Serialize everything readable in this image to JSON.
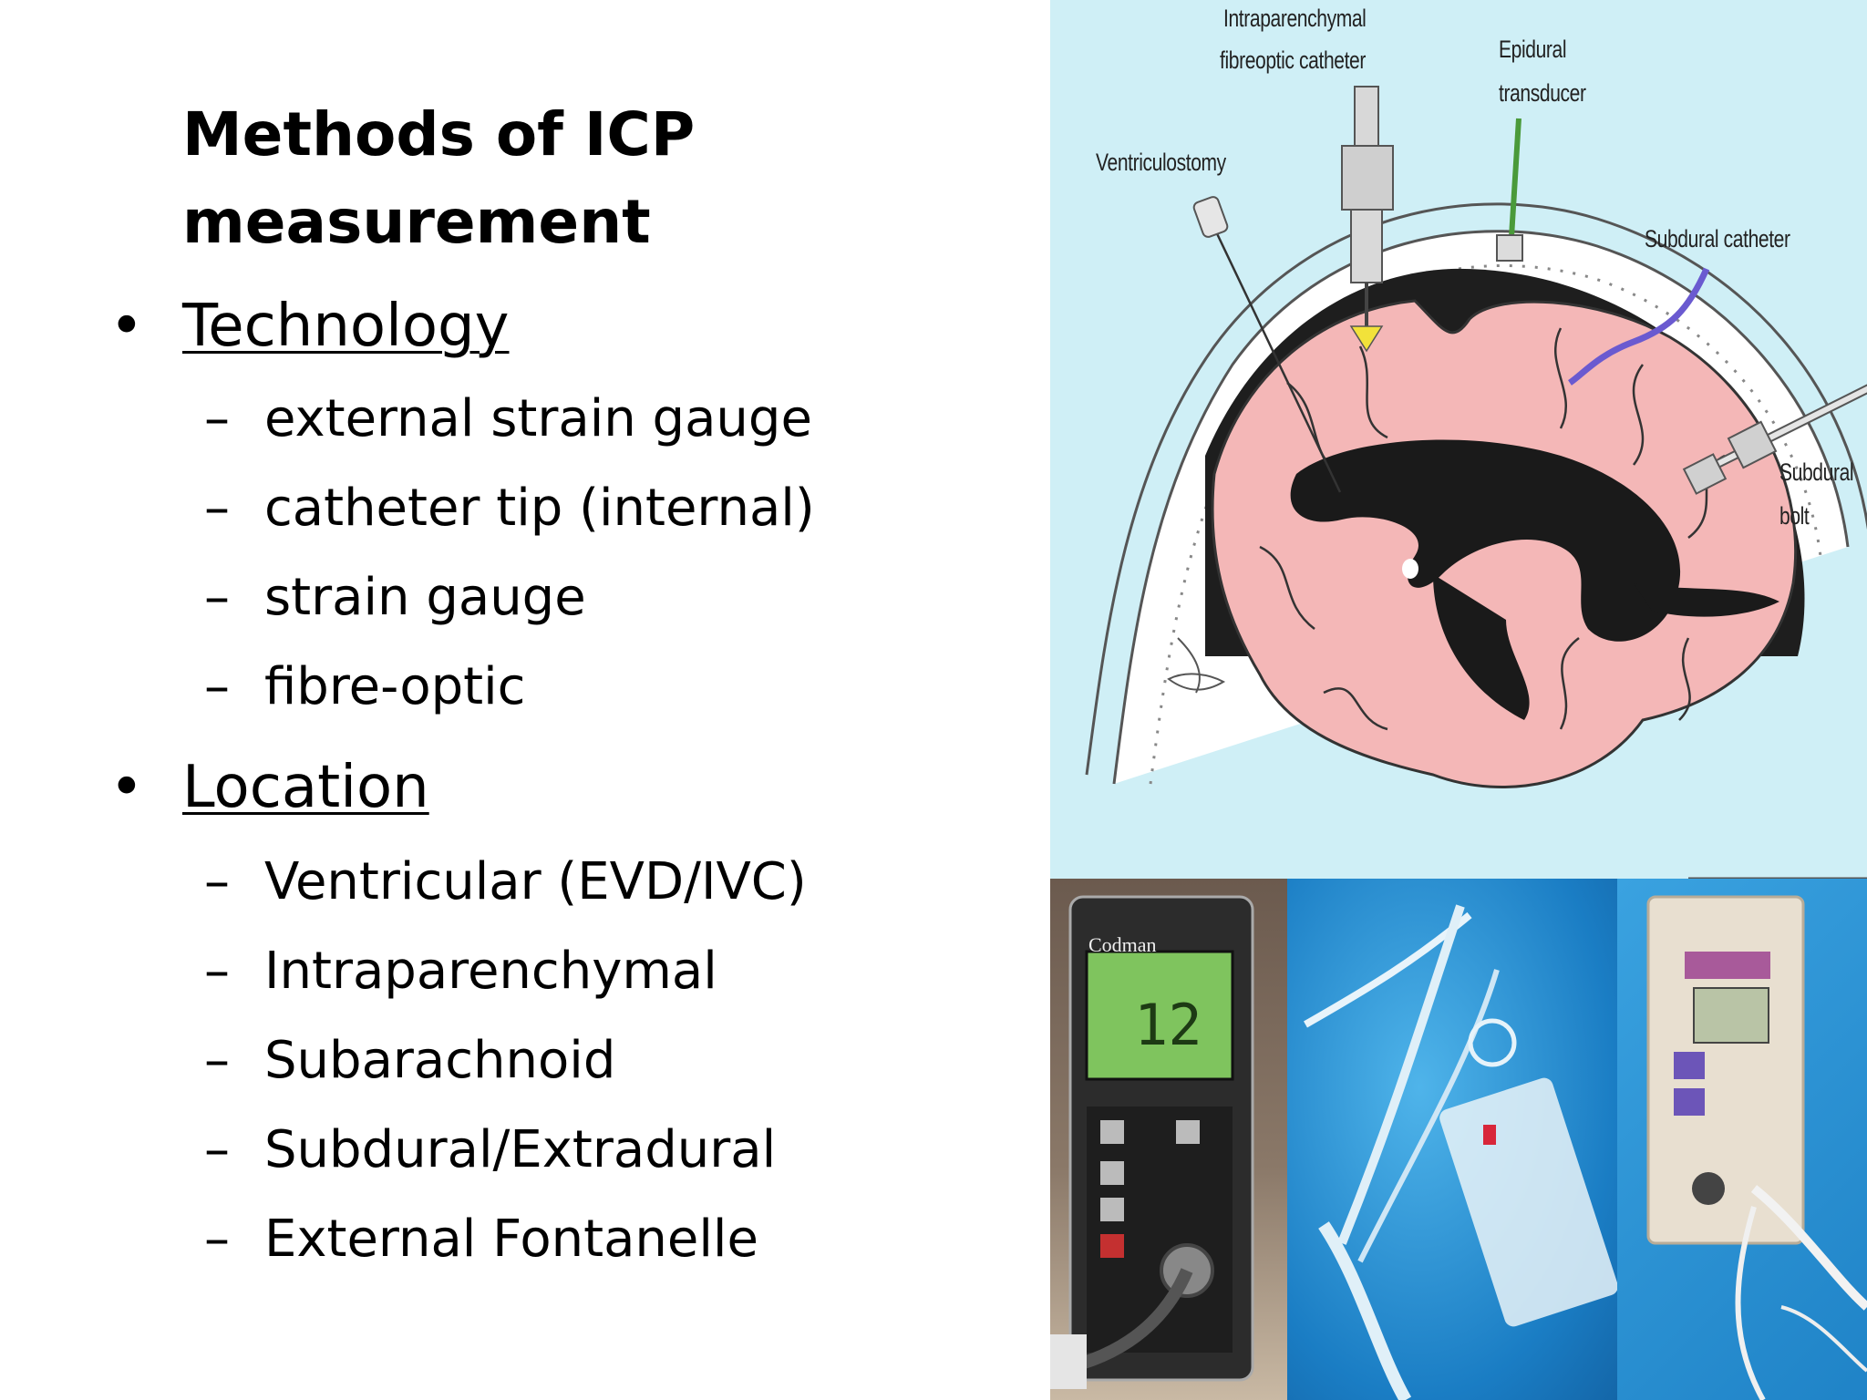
{
  "slide": {
    "title_line1": "Methods of ICP",
    "title_line2": "measurement",
    "sections": [
      {
        "heading": "Technology",
        "items": [
          "external strain gauge",
          "catheter tip (internal)",
          "strain gauge",
          "fibre-optic"
        ]
      },
      {
        "heading": "Location",
        "items": [
          "Ventricular (EVD/IVC)",
          "Intraparenchymal",
          "Subarachnoid",
          "Subdural/Extradural",
          "External Fontanelle"
        ]
      }
    ],
    "bullet_symbol": "•",
    "dash_symbol": "–"
  },
  "diagram": {
    "labels": {
      "intraparenchymal_1": "Intraparenchymal",
      "intraparenchymal_2": "fibreoptic catheter",
      "epidural_1": "Epidural",
      "epidural_2": "transducer",
      "ventriculostomy": "Ventriculostomy",
      "subdural_catheter": "Subdural catheter",
      "subdural_bolt_1": "Subdural",
      "subdural_bolt_2": "bolt"
    },
    "colors": {
      "background": "#cfeff6",
      "brain": "#f4b7b7",
      "ventricles": "#1a1a1a",
      "epidural_tube": "#4a9a3a",
      "subdural_tube": "#6a5ad0",
      "fibreoptic_tip": "#f2e23a"
    }
  },
  "photos": {
    "monitor_brand": "Codman",
    "monitor_reading": "12"
  }
}
